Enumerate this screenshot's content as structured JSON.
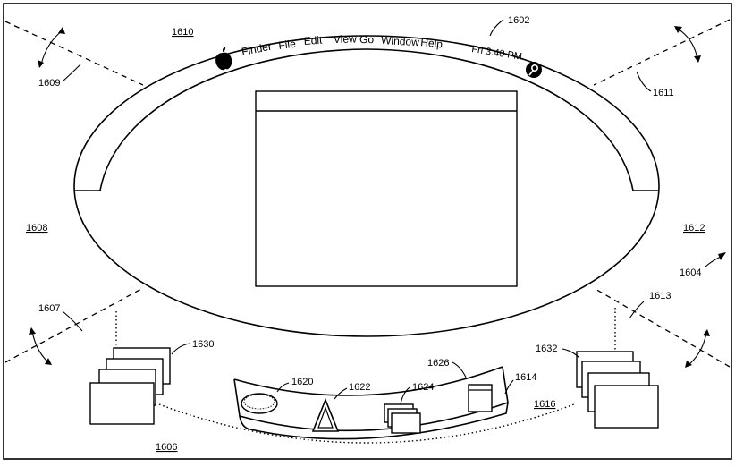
{
  "menu_bar": {
    "items": [
      "Finder",
      "File",
      "Edit",
      "View",
      "Go",
      "Window",
      "Help"
    ],
    "clock": "Fri 3:40 PM"
  },
  "refs": {
    "r1602": "1602",
    "r1604": "1604",
    "r1606": "1606",
    "r1607": "1607",
    "r1608": "1608",
    "r1609": "1609",
    "r1610": "1610",
    "r1611": "1611",
    "r1612": "1612",
    "r1613": "1613",
    "r1614": "1614",
    "r1616": "1616",
    "r1620": "1620",
    "r1622": "1622",
    "r1624": "1624",
    "r1626": "1626",
    "r1630": "1630",
    "r1632": "1632"
  },
  "icons": {
    "apple_menu": "apple-logo-icon",
    "spotlight": "spotlight-search-icon"
  }
}
